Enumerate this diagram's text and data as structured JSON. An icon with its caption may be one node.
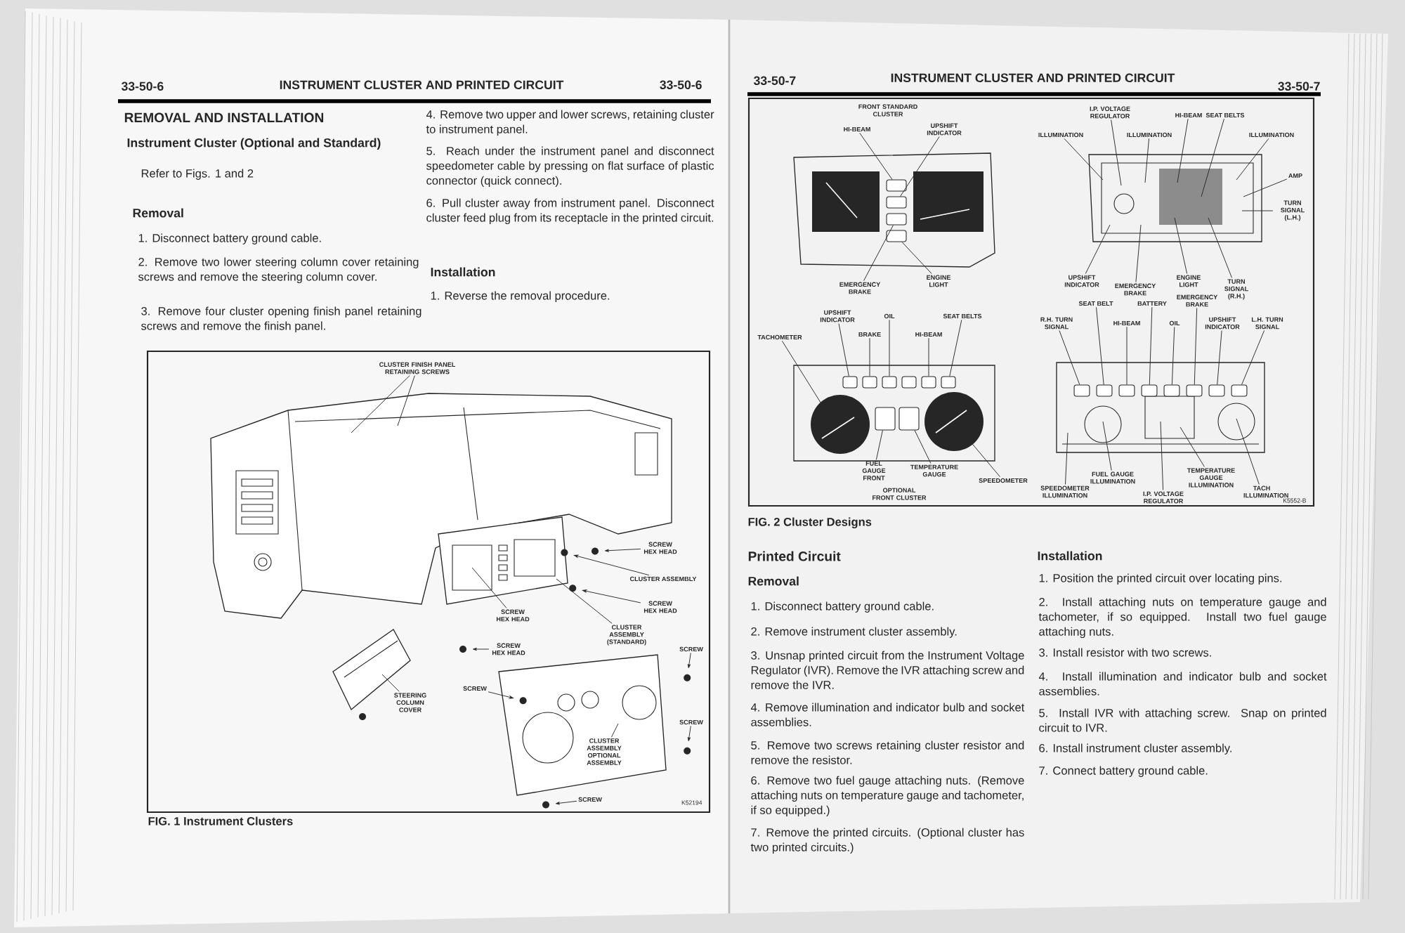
{
  "diagram": {
    "nodes": [
      {
        "text": [
          "CLUSTER FINISH PANEL RETAINING SCREWS"
        ]
      },
      {
        "text": [
          "SCREW HEX HEAD"
        ]
      },
      {
        "text": [
          "CLUSTER ASSEMBLY"
        ]
      },
      {
        "text": [
          "SCREW HEX HEAD"
        ]
      },
      {
        "text": [
          "SCREW HEX HEAD"
        ]
      },
      {
        "text": [
          "SCREW HEX HEAD"
        ]
      },
      {
        "text": [
          "CLUSTER ASSEMBLY (STANDARD)"
        ]
      },
      {
        "text": [
          "STEERING COLUMN COVER"
        ]
      },
      {
        "text": [
          "SCREW"
        ]
      },
      {
        "text": [
          "SCREW"
        ]
      },
      {
        "text": [
          "SCREW"
        ]
      },
      {
        "text": [
          "CLUSTER ASSEMBLY OPTIONAL ASSEMBLY"
        ]
      },
      {
        "text": [
          "SCREW"
        ]
      },
      {
        "text": [
          "HI-BEAM"
        ]
      },
      {
        "text": [
          "UPSHIFT INDICATOR"
        ]
      },
      {
        "text": [
          "EMERGENCY BRAKE"
        ]
      },
      {
        "text": [
          "ENGINE LIGHT"
        ]
      },
      {
        "text": [
          "ILLUMINATION"
        ]
      },
      {
        "text": [
          "I.P. VOLTAGE REGULATOR"
        ]
      },
      {
        "text": [
          "ILLUMINATION"
        ]
      },
      {
        "text": [
          "HI-BEAM"
        ]
      },
      {
        "text": [
          "SEAT BELTS"
        ]
      },
      {
        "text": [
          "ILLUMINATION"
        ]
      },
      {
        "text": [
          "AMP"
        ]
      },
      {
        "text": [
          "TURN SIGNAL (L.H.)"
        ]
      },
      {
        "text": [
          "UPSHIFT INDICATOR"
        ]
      },
      {
        "text": [
          "EMERGENCY BRAKE"
        ]
      },
      {
        "text": [
          "ENGINE LIGHT"
        ]
      },
      {
        "text": [
          "TURN SIGNAL (R.H.)"
        ]
      },
      {
        "text": [
          "TACHOMETER"
        ]
      },
      {
        "text": [
          "UPSHIFT INDICATOR"
        ]
      },
      {
        "text": [
          "BRAKE"
        ]
      },
      {
        "text": [
          "OIL"
        ]
      },
      {
        "text": [
          "HI-BEAM"
        ]
      },
      {
        "text": [
          "SEAT BELTS"
        ]
      },
      {
        "text": [
          "FUEL GAUGE FRONT"
        ]
      },
      {
        "text": [
          "TEMPERATURE GAUGE"
        ]
      },
      {
        "text": [
          "SPEEDOMETER"
        ]
      },
      {
        "text": [
          "R.H. TURN SIGNAL"
        ]
      },
      {
        "text": [
          "SEAT BELT"
        ]
      },
      {
        "text": [
          "HI-BEAM"
        ]
      },
      {
        "text": [
          "BATTERY"
        ]
      },
      {
        "text": [
          "OIL"
        ]
      },
      {
        "text": [
          "EMERGENCY BRAKE"
        ]
      },
      {
        "text": [
          "UPSHIFT INDICATOR"
        ]
      },
      {
        "text": [
          "L.H. TURN SIGNAL"
        ]
      },
      {
        "text": [
          "SPEEDOMETER ILLUMINATION"
        ]
      },
      {
        "text": [
          "FUEL GAUGE ILLUMINATION"
        ]
      },
      {
        "text": [
          "I.P. VOLTAGE REGULATOR"
        ]
      },
      {
        "text": [
          "TEMPERATURE GAUGE ILLUMINATION"
        ]
      },
      {
        "text": [
          "TACH ILLUMINATION"
        ]
      },
      {
        "text": [],
        "shape": "box"
      },
      {
        "text": [],
        "shape": "box"
      },
      {
        "text": [],
        "shape": "box"
      },
      {
        "text": [],
        "shape": "box"
      },
      {
        "text": [],
        "shape": "box"
      },
      {
        "text": [],
        "shape": "box"
      },
      {
        "text": [],
        "shape": "box"
      },
      {
        "text": [],
        "shape": "box"
      },
      {
        "text": [],
        "shape": "box"
      },
      {
        "text": [],
        "shape": "box"
      },
      {
        "text": [],
        "shape": "box"
      },
      {
        "text": [],
        "shape": "box"
      },
      {
        "text": [],
        "shape": "box"
      },
      {
        "text": [],
        "shape": "box"
      },
      {
        "text": [],
        "shape": "box"
      },
      {
        "text": [],
        "shape": "box"
      },
      {
        "text": [],
        "shape": "box"
      },
      {
        "text": [],
        "shape": "box"
      },
      {
        "text": [],
        "shape": "box"
      },
      {
        "text": [],
        "shape": "box"
      }
    ],
    "edges": [
      {
        "from": 0,
        "to": null,
        "arrow": "none"
      },
      {
        "from": 0,
        "to": null,
        "arrow": "none"
      },
      {
        "from": 1,
        "to": null,
        "arrow": "to"
      },
      {
        "from": 2,
        "to": null,
        "arrow": "to"
      },
      {
        "from": 3,
        "to": null,
        "arrow": "none"
      },
      {
        "from": 4,
        "to": null,
        "arrow": "to"
      },
      {
        "from": 5,
        "to": null,
        "arrow": "to"
      },
      {
        "from": 6,
        "to": null,
        "arrow": "none"
      },
      {
        "from": 7,
        "to": null,
        "arrow": "none"
      },
      {
        "from": 8,
        "to": null,
        "arrow": "to"
      },
      {
        "from": 9,
        "to": null,
        "arrow": "to"
      },
      {
        "from": 10,
        "to": null,
        "arrow": "to"
      },
      {
        "from": 11,
        "to": null,
        "arrow": "none"
      },
      {
        "from": 12,
        "to": null,
        "arrow": "to"
      },
      {
        "from": 13,
        "to": 51,
        "arrow": "none"
      },
      {
        "from": 14,
        "to": 52,
        "arrow": "none"
      },
      {
        "from": 15,
        "to": 53,
        "arrow": "none"
      },
      {
        "from": 16,
        "to": 54,
        "arrow": "none"
      },
      {
        "from": 17,
        "to": null,
        "arrow": "none"
      },
      {
        "from": 18,
        "to": null,
        "arrow": "none"
      },
      {
        "from": 19,
        "to": null,
        "arrow": "none"
      },
      {
        "from": 20,
        "to": null,
        "arrow": "none"
      },
      {
        "from": 21,
        "to": null,
        "arrow": "none"
      },
      {
        "from": 22,
        "to": null,
        "arrow": "none"
      },
      {
        "from": 23,
        "to": null,
        "arrow": "none"
      },
      {
        "from": 24,
        "to": null,
        "arrow": "none"
      },
      {
        "from": 25,
        "to": null,
        "arrow": "none"
      },
      {
        "from": 26,
        "to": null,
        "arrow": "none"
      },
      {
        "from": 27,
        "to": null,
        "arrow": "none"
      },
      {
        "from": 28,
        "to": null,
        "arrow": "none"
      },
      {
        "from": 29,
        "to": null,
        "arrow": "none"
      },
      {
        "from": 30,
        "to": 55,
        "arrow": "none"
      },
      {
        "from": 31,
        "to": 56,
        "arrow": "none"
      },
      {
        "from": 32,
        "to": 57,
        "arrow": "none"
      },
      {
        "from": 33,
        "to": 59,
        "arrow": "none"
      },
      {
        "from": 34,
        "to": 60,
        "arrow": "none"
      },
      {
        "from": 35,
        "to": 61,
        "arrow": "none"
      },
      {
        "from": 36,
        "to": 62,
        "arrow": "none"
      },
      {
        "from": 37,
        "to": null,
        "arrow": "none"
      },
      {
        "from": 38,
        "to": 63,
        "arrow": "none"
      },
      {
        "from": 39,
        "to": 64,
        "arrow": "none"
      },
      {
        "from": 40,
        "to": 65,
        "arrow": "none"
      },
      {
        "from": 41,
        "to": 66,
        "arrow": "none"
      },
      {
        "from": 42,
        "to": 67,
        "arrow": "none"
      },
      {
        "from": 43,
        "to": 68,
        "arrow": "none"
      },
      {
        "from": 44,
        "to": 69,
        "arrow": "none"
      },
      {
        "from": 45,
        "to": 70,
        "arrow": "none"
      },
      {
        "from": 46,
        "to": null,
        "arrow": "none"
      },
      {
        "from": 47,
        "to": null,
        "arrow": "none"
      },
      {
        "from": 48,
        "to": null,
        "arrow": "none"
      },
      {
        "from": 49,
        "to": null,
        "arrow": "none"
      },
      {
        "from": 50,
        "to": null,
        "arrow": "none"
      }
    ],
    "labels": [
      "33-50-6",
      "INSTRUMENT CLUSTER AND PRINTED CIRCUIT",
      "33-50-6",
      "REMOVAL AND INSTALLATION",
      "Instrument Cluster (Optional and Standard)",
      "Refer to Figs. 1 and 2",
      "Removal",
      "1. Disconnect battery ground cable.",
      "2. Remove two lower steering column cover retaining screws and remove the steering column cover.",
      "3. Remove four cluster opening finish panel retaining screws and remove the finish panel.",
      "4. Remove two upper and lower screws, retaining cluster to instrument panel.",
      "5. Reach under the instrument panel and disconnect speedometer cable by pressing on flat surface of plastic connector (quick connect).",
      "6. Pull cluster away from instrument panel. Disconnect cluster feed plug from its receptacle in the printed circuit.",
      "Installation",
      "1. Reverse the removal procedure.",
      "K52194",
      "FIG. 1 Instrument Clusters",
      "33-50-7",
      "INSTRUMENT CLUSTER AND PRINTED CIRCUIT",
      "33-50-7",
      "FRONT STANDARD CLUSTER",
      "OPTIONAL FRONT CLUSTER",
      "K5552-B",
      "FIG. 2 Cluster Designs",
      "Printed Circuit",
      "Removal",
      "1. Disconnect battery ground cable.",
      "2. Remove instrument cluster assembly.",
      "3. Unsnap printed circuit from the Instrument Voltage Regulator (IVR). Remove the IVR attaching screw and remove the IVR.",
      "4. Remove illumination and indicator bulb and socket assemblies.",
      "5. Remove two screws retaining cluster resistor and remove the resistor.",
      "6. Remove two fuel gauge attaching nuts. (Remove attaching nuts on temperature gauge and tachometer, if so equipped.)",
      "7. Remove the printed circuits. (Optional cluster has two printed circuits.)",
      "Installation",
      "1. Position the printed circuit over locating pins.",
      "2. Install attaching nuts on temperature gauge and tachometer, if so equipped. Install two fuel gauge attaching nuts.",
      "3. Install resistor with two screws.",
      "4. Install illumination and indicator bulb and socket assemblies.",
      "5. Install IVR with attaching screw. Snap on printed circuit to IVR.",
      "6. Install instrument cluster assembly.",
      "7. Connect battery ground cable."
    ]
  }
}
